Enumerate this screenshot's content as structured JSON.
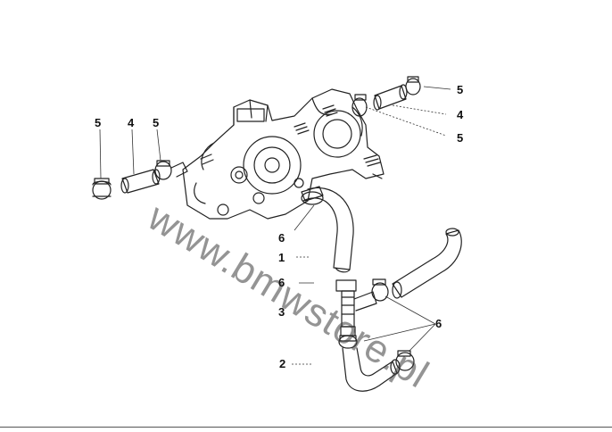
{
  "callouts": {
    "c5_left_a": "5",
    "c4_left": "4",
    "c5_left_b": "5",
    "c5_right_top": "5",
    "c4_right": "4",
    "c5_right_bottom": "5",
    "c6_top": "6",
    "c1": "1",
    "c6_mid": "6",
    "c3": "3",
    "c6_right": "6",
    "c2": "2"
  },
  "watermark": "www.bmwstore.pl"
}
